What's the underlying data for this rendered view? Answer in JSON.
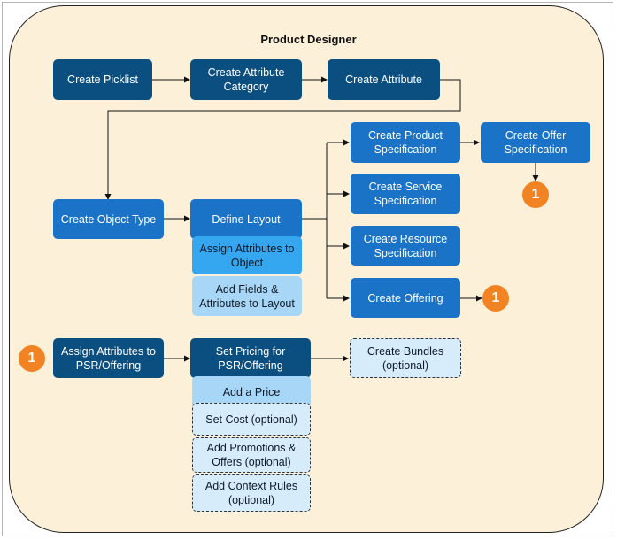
{
  "title": "Product Designer",
  "boxes": {
    "create_picklist": "Create Picklist",
    "create_attribute_category": "Create Attribute Category",
    "create_attribute": "Create Attribute",
    "create_object_type": "Create Object Type",
    "define_layout": "Define Layout",
    "assign_attributes_to_object": "Assign Attributes to Object",
    "add_fields_attributes_to_layout": "Add Fields & Attributes to Layout",
    "create_product_specification": "Create Product Specification",
    "create_service_specification": "Create Service Specification",
    "create_resource_specification": "Create Resource Specification",
    "create_offering": "Create Offering",
    "create_offer_specification": "Create Offer Specification",
    "assign_attributes_psr": "Assign Attributes to PSR/Offering",
    "set_pricing": "Set Pricing for PSR/Offering",
    "add_price": "Add a Price",
    "set_cost": "Set Cost (optional)",
    "add_promotions": "Add Promotions & Offers (optional)",
    "add_context_rules": "Add Context Rules (optional)",
    "create_bundles": "Create Bundles (optional)"
  },
  "badges": {
    "offer_spec_link": "1",
    "offering_link": "1",
    "start_link": "1"
  },
  "colors": {
    "panel": "#fdf0d8",
    "dark_step": "#0b4f80",
    "primary_step": "#1a73c7",
    "sub_step": "#35a6f0",
    "light_sub_step": "#a8d6f6",
    "optional_step": "#d6ecfb",
    "connector_badge": "#f28322"
  }
}
